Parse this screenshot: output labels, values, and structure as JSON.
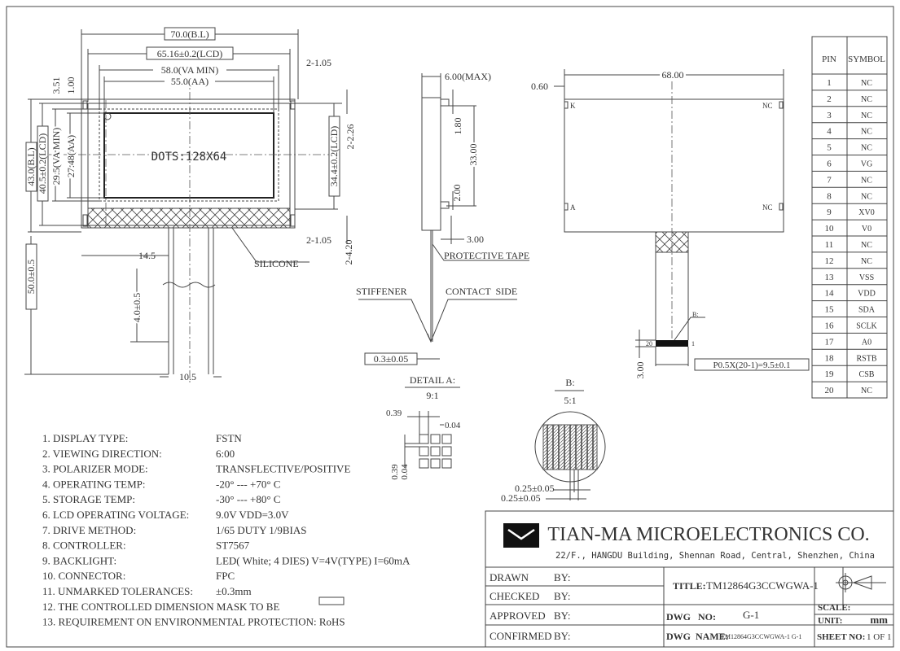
{
  "front_view": {
    "dots": "DOTS:128X64",
    "dim_bl_width": "70.0(B.L)",
    "dim_lcd_width": "65.16±0.2(LCD)",
    "dim_va_width": "58.0(VA MIN)",
    "dim_aa_width": "55.0(AA)",
    "dim_hole_top": "2-1.05",
    "dim_hole_bottom": "2-1.05",
    "dim_351": "3.51",
    "dim_100": "1.00",
    "dim_bl_height": "43.0(B.L)",
    "dim_lcd_height": "40.5±0.2(LCD)",
    "dim_va_height": "29.5(VA MIN)",
    "dim_aa_height": "27.48(AA)",
    "dim_lcd_right": "34.4±0.2(LCD)",
    "dim_226": "2-2.26",
    "dim_420": "2-4.20",
    "dim_145": "14.5",
    "silicone": "SILICONE",
    "dim_fpc_len": "4.0±0.5",
    "dim_total": "50.0±0.5",
    "dim_fpc_w": "10.5"
  },
  "side_view": {
    "dim_thick": "6.00(MAX)",
    "dim_180": "1.80",
    "dim_33": "33.00",
    "dim_200": "2.00",
    "dim_300": "3.00",
    "protective_tape": "PROTECTIVE TAPE",
    "stiffener": "STIFFENER",
    "contact_side": "CONTACT  SIDE",
    "dim_fpc_thick": "0.3±0.05",
    "detail_title": "DETAIL A:",
    "detail_scale": "9:1",
    "detail_039a": "0.39",
    "detail_004a": "0.04",
    "detail_039b": "0.39",
    "detail_004b": "0.04"
  },
  "back_view": {
    "dim_width": "68.00",
    "dim_060": "0.60",
    "k": "K",
    "a": "A",
    "nc_top": "NC",
    "nc_bottom": "NC",
    "b_label": "B:",
    "pin20": "20",
    "pin1": "1",
    "dim_300": "3.00",
    "pitch": "P0.5X(20-1)=9.5±0.1",
    "detail_title": "B:",
    "detail_scale": "5:1",
    "dim_025a": "0.25±0.05",
    "dim_025b": "0.25±0.05"
  },
  "pin_table": {
    "headers": [
      "PIN",
      "SYMBOL"
    ],
    "rows": [
      [
        "1",
        "NC"
      ],
      [
        "2",
        "NC"
      ],
      [
        "3",
        "NC"
      ],
      [
        "4",
        "NC"
      ],
      [
        "5",
        "NC"
      ],
      [
        "6",
        "VG"
      ],
      [
        "7",
        "NC"
      ],
      [
        "8",
        "NC"
      ],
      [
        "9",
        "XV0"
      ],
      [
        "10",
        "V0"
      ],
      [
        "11",
        "NC"
      ],
      [
        "12",
        "NC"
      ],
      [
        "13",
        "VSS"
      ],
      [
        "14",
        "VDD"
      ],
      [
        "15",
        "SDA"
      ],
      [
        "16",
        "SCLK"
      ],
      [
        "17",
        "A0"
      ],
      [
        "18",
        "RSTB"
      ],
      [
        "19",
        "CSB"
      ],
      [
        "20",
        "NC"
      ]
    ]
  },
  "specs": [
    [
      "1. DISPLAY TYPE:",
      "FSTN"
    ],
    [
      "2. VIEWING DIRECTION:",
      "6:00"
    ],
    [
      "3. POLARIZER MODE:",
      "TRANSFLECTIVE/POSITIVE"
    ],
    [
      "4. OPERATING TEMP:",
      "-20° --- +70° C"
    ],
    [
      "5. STORAGE TEMP:",
      "-30° --- +80° C"
    ],
    [
      "6. LCD OPERATING VOLTAGE:",
      "9.0V  VDD=3.0V"
    ],
    [
      "7. DRIVE METHOD:",
      "1/65 DUTY  1/9BIAS"
    ],
    [
      "8. CONTROLLER:",
      "ST7567"
    ],
    [
      "9. BACKLIGHT:",
      "LED( White; 4 DIES)  V=4V(TYPE) I=60mA"
    ],
    [
      "10. CONNECTOR:",
      "FPC"
    ],
    [
      "11. UNMARKED TOLERANCES:",
      "±0.3mm"
    ],
    [
      "12. THE CONTROLLED DIMENSION MASK TO BE",
      ""
    ],
    [
      "13. REQUIREMENT ON ENVIRONMENTAL PROTECTION: RoHS",
      ""
    ]
  ],
  "title_block": {
    "company": "TIAN-MA MICROELECTRONICS CO.",
    "address": "22/F., HANGDU Building, Shennan Road, Central, Shenzhen, China",
    "drawn": "DRAWN",
    "checked": "CHECKED",
    "approved": "APPROVED",
    "confirmed": "CONFIRMED",
    "by": "BY:",
    "title_label": "TITLE:",
    "title_value": "TM12864G3CCWGWA-1",
    "dwg_no_label": "DWG   NO:",
    "dwg_no_value": "G-1",
    "dwg_name_label": "DWG  NAME:",
    "dwg_name_value": "TM12864G3CCWGWA-1 G-1",
    "scale_label": "SCALE:",
    "unit_label": "UNIT:",
    "unit_value": "mm",
    "sheet_label": "SHEET NO:",
    "sheet_value": "1 OF 1"
  }
}
